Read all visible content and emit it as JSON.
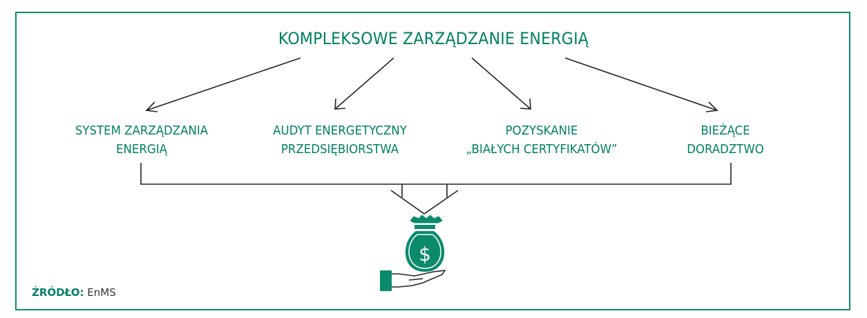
{
  "title": "KOMPLEKSOWE ZARZĄDZANIE ENERGIĄ",
  "items": [
    {
      "line1": "SYSTEM ZARZĄDZANIA",
      "line2": "ENERGIĄ"
    },
    {
      "line1": "AUDYT ENERGETYCZNY",
      "line2": "PRZEDSIĘBIORSTWA"
    },
    {
      "line1": "POZYSKANIE",
      "line2": "„BIAŁYCH CERTYFIKATÓW”"
    },
    {
      "line1": "BIEŻĄCE",
      "line2": "DORADZTWO"
    }
  ],
  "source": {
    "label": "ŹRÓDŁO:",
    "value": "EnMS"
  },
  "icon": {
    "symbol": "$"
  },
  "colors": {
    "accent": "#007f63"
  }
}
